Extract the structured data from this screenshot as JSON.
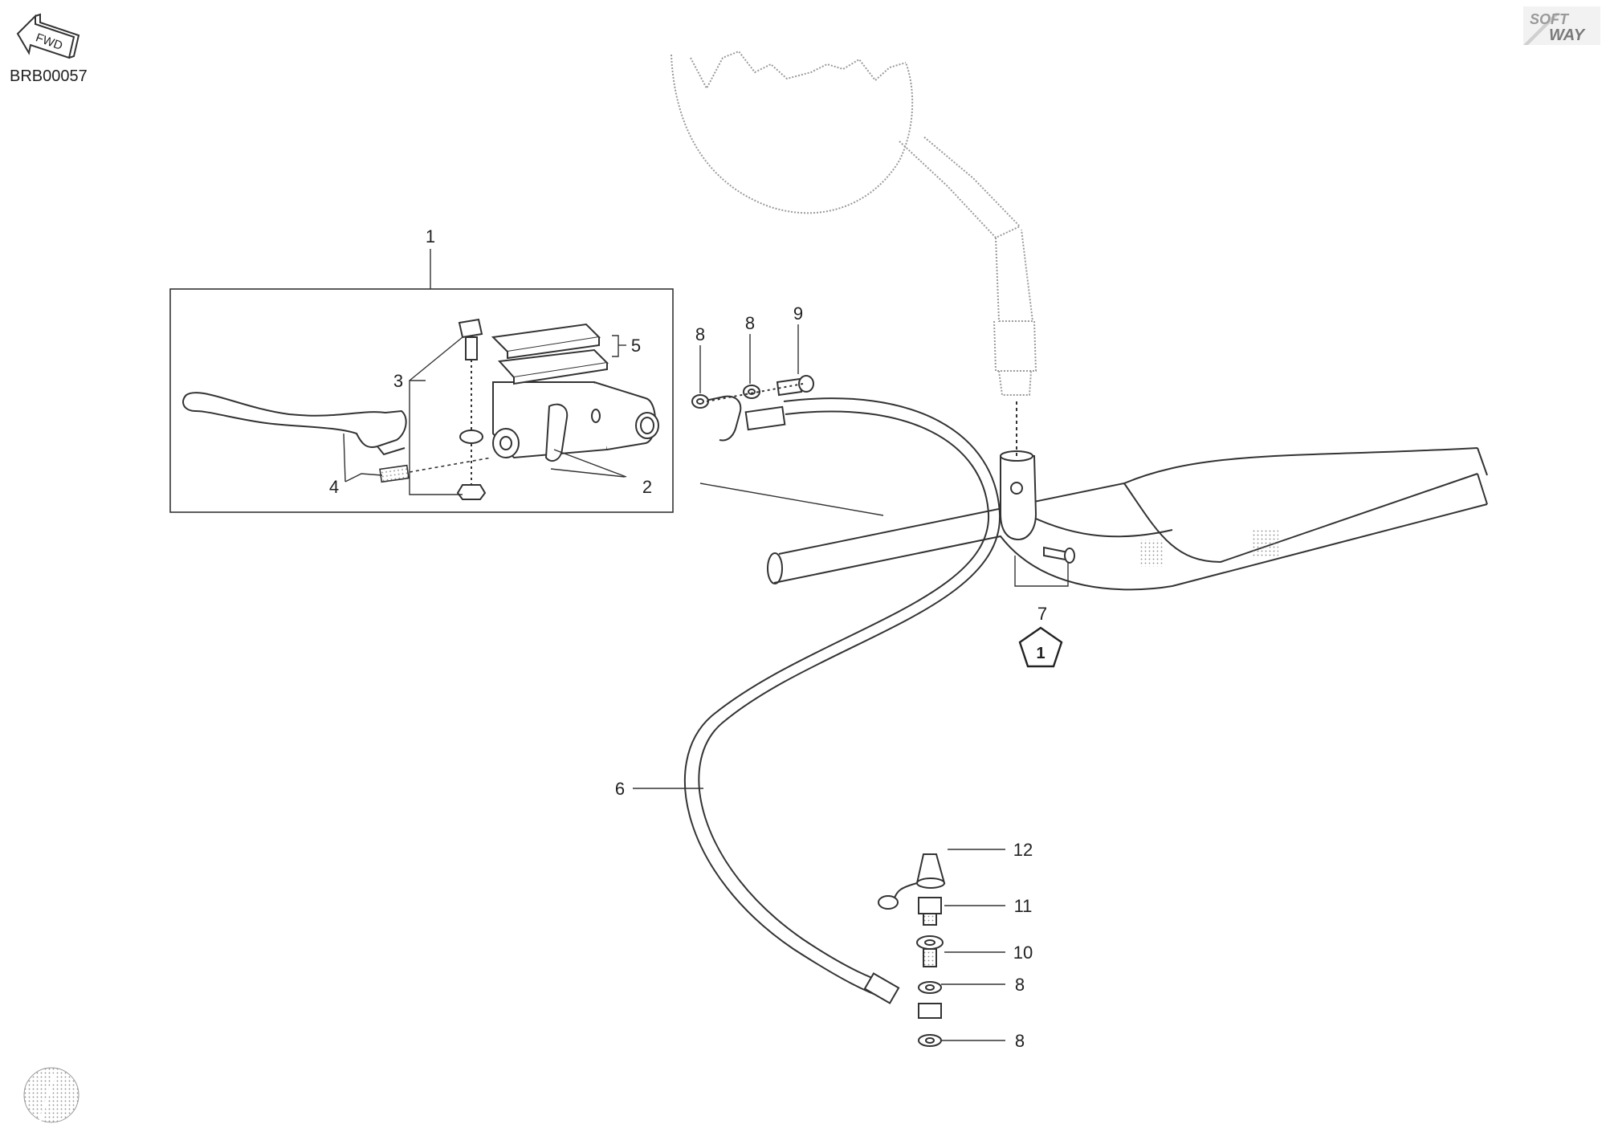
{
  "header": {
    "drawing_code": "BRB00057",
    "fwd_label": "FWD",
    "brand_logo_text": [
      "SOFT",
      "WAY"
    ]
  },
  "callouts": {
    "c1": "1",
    "c2": "2",
    "c3": "3",
    "c4": "4",
    "c5": "5",
    "c6": "6",
    "c7": "7",
    "c8a": "8",
    "c8b": "8",
    "c8c": "8",
    "c8d": "8",
    "c9": "9",
    "c10": "10",
    "c11": "11",
    "c12": "12"
  },
  "note_symbol": "1",
  "colors": {
    "line": "#3a3a3a",
    "faint": "#9a9a9a",
    "text": "#222222"
  }
}
